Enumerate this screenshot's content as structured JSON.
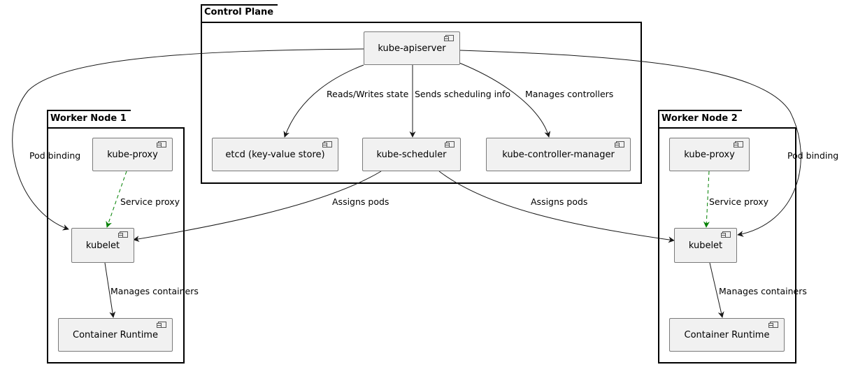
{
  "packages": {
    "control_plane": {
      "title": "Control Plane"
    },
    "worker1": {
      "title": "Worker Node 1"
    },
    "worker2": {
      "title": "Worker Node 2"
    }
  },
  "components": {
    "apiserver": "kube-apiserver",
    "etcd": "etcd (key-value store)",
    "scheduler": "kube-scheduler",
    "controller_manager": "kube-controller-manager",
    "w1_proxy": "kube-proxy",
    "w1_kubelet": "kubelet",
    "w1_runtime": "Container Runtime",
    "w2_proxy": "kube-proxy",
    "w2_kubelet": "kubelet",
    "w2_runtime": "Container Runtime"
  },
  "edges": {
    "reads_writes": "Reads/Writes state",
    "sends_scheduling": "Sends scheduling info",
    "manages_controllers": "Manages controllers",
    "pod_binding_1": "Pod binding",
    "pod_binding_2": "Pod binding",
    "assigns_pods_1": "Assigns pods",
    "assigns_pods_2": "Assigns pods",
    "service_proxy_1": "Service proxy",
    "service_proxy_2": "Service proxy",
    "manages_containers_1": "Manages containers",
    "manages_containers_2": "Manages containers"
  },
  "colors": {
    "edge": "#181818",
    "proxy_edge": "#008000",
    "node_fill": "#f1f1f1"
  }
}
